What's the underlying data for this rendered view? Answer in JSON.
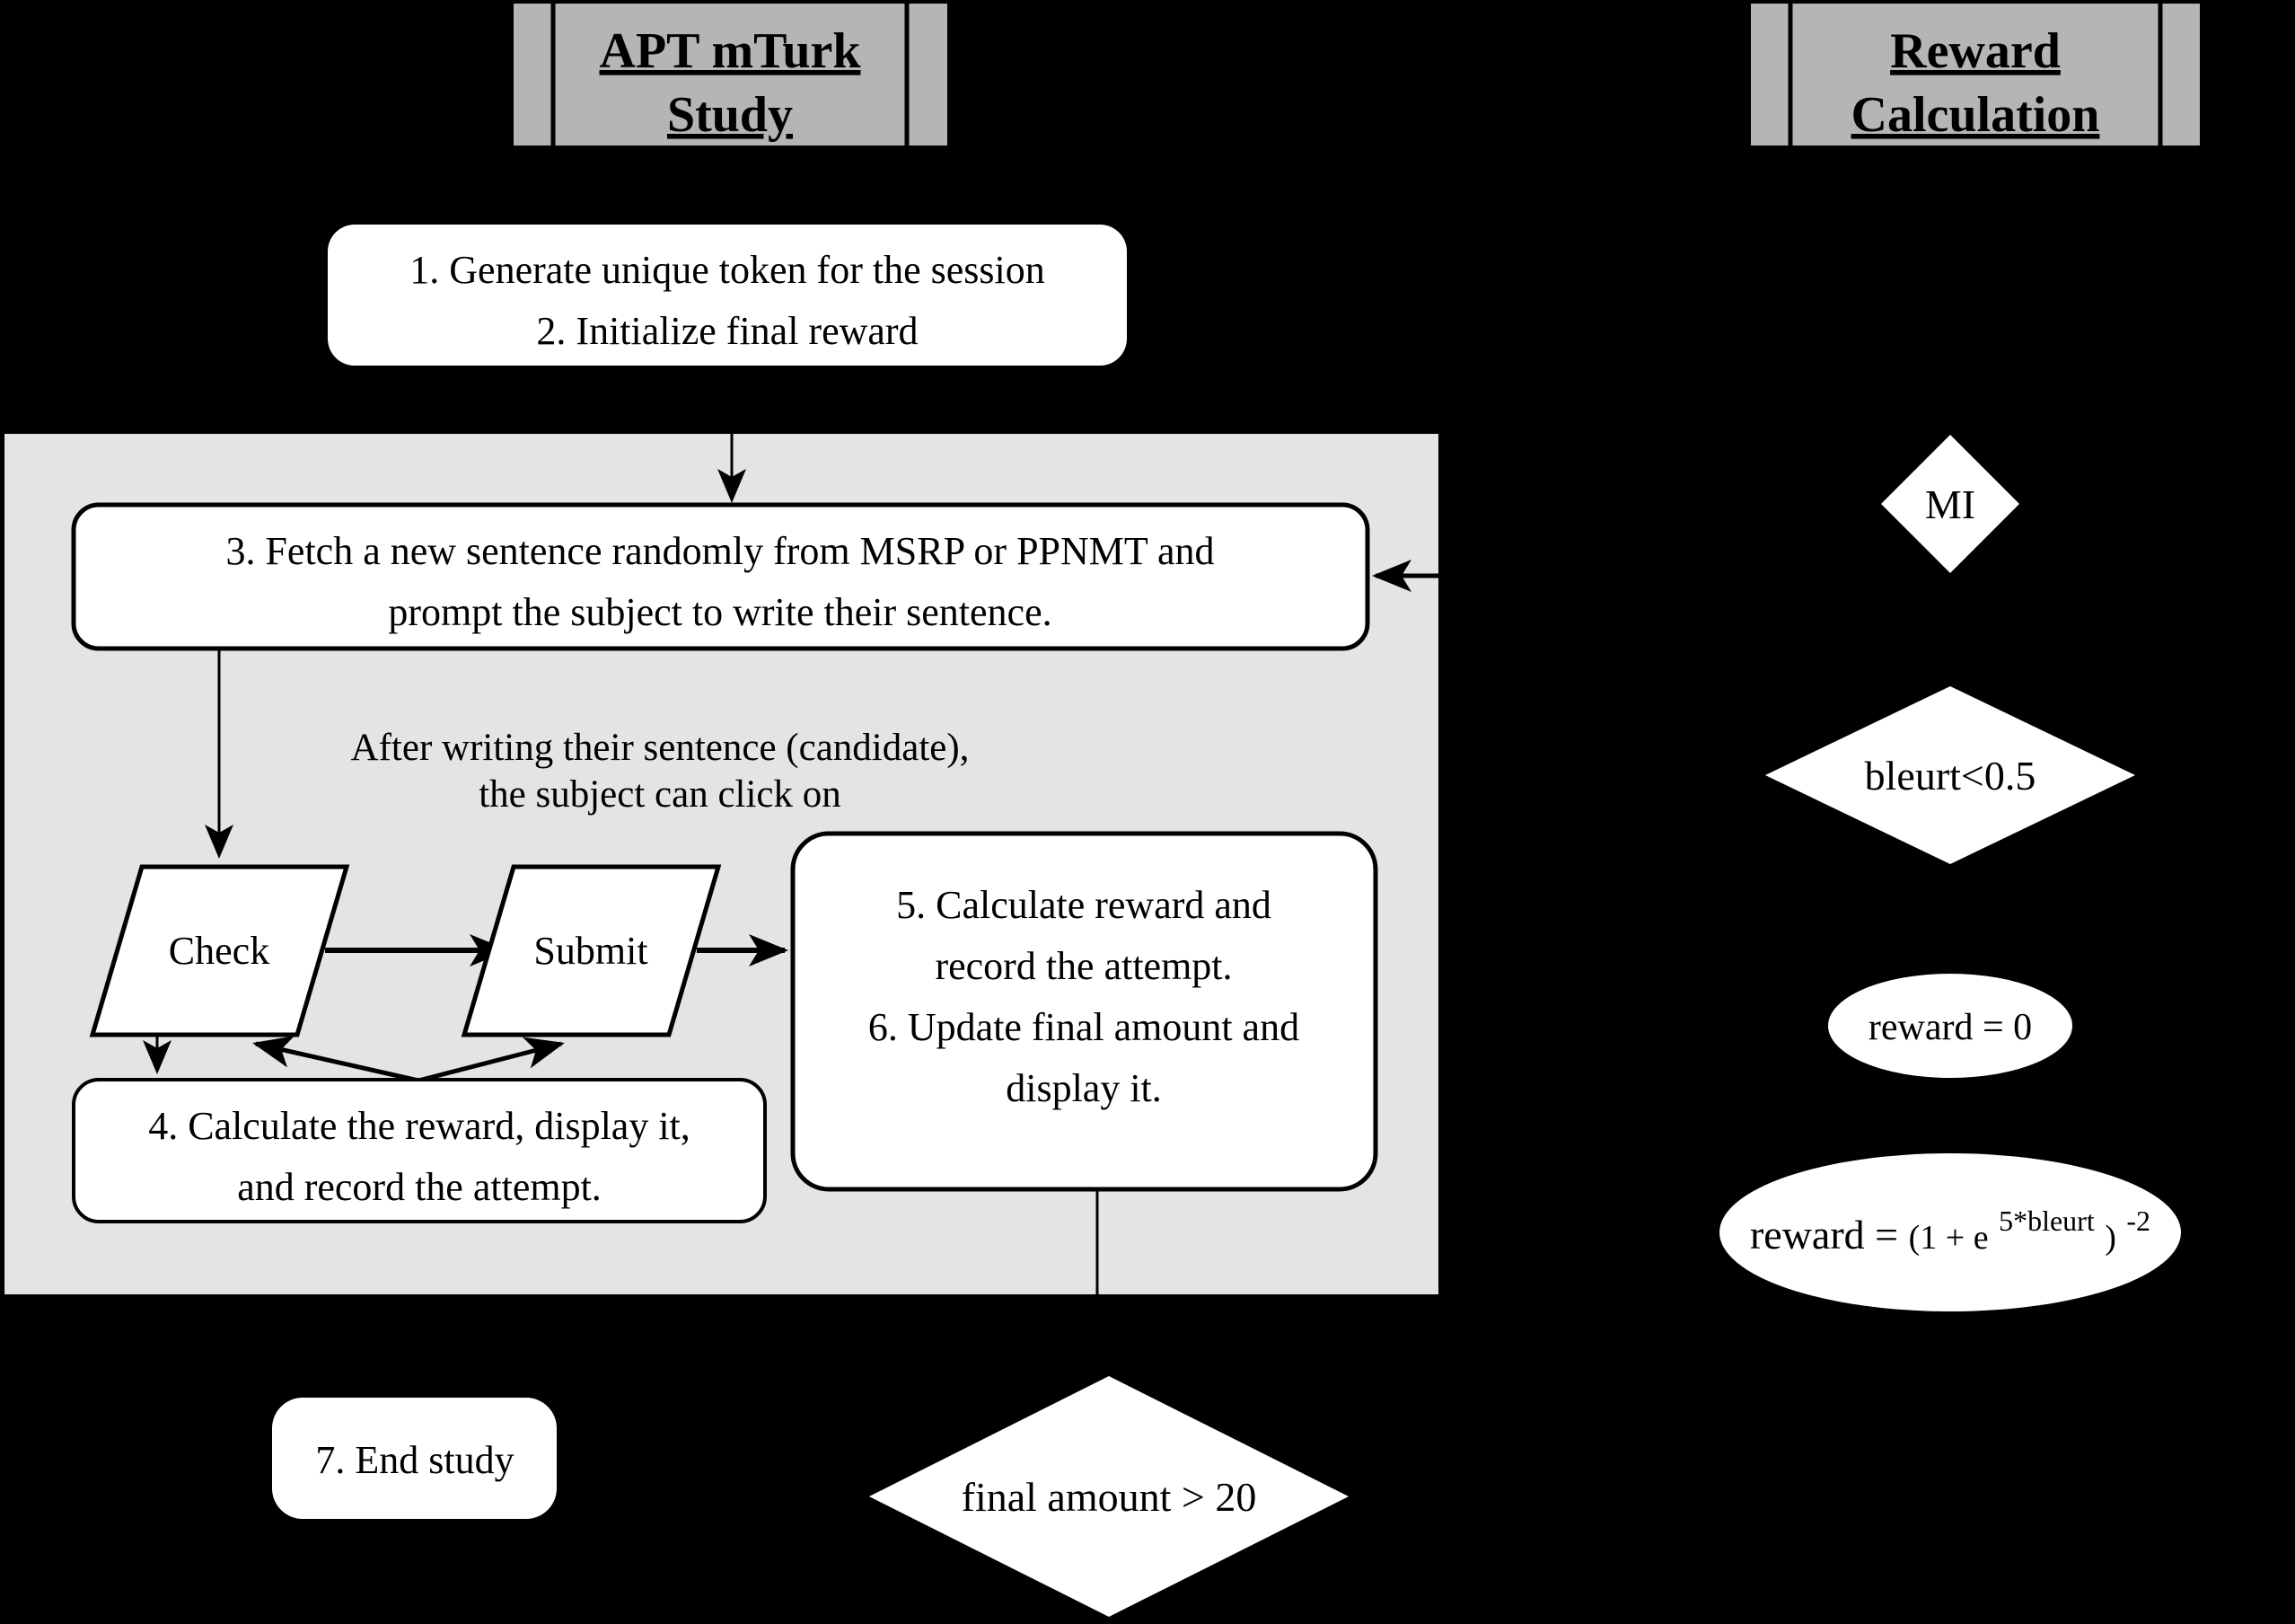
{
  "colors": {
    "background": "#000000",
    "panel": "#e4e4e4",
    "header_fill": "#b5b5b5",
    "shape_fill": "#ffffff",
    "line": "#000000"
  },
  "headers": {
    "study": {
      "line1": "APT mTurk",
      "line2": "Study"
    },
    "reward": {
      "line1": "Reward",
      "line2": "Calculation"
    }
  },
  "flow": {
    "init": {
      "line1": "1. Generate unique token for the session",
      "line2": "2. Initialize final reward"
    },
    "fetch": {
      "line1": "3. Fetch a new sentence randomly from MSRP or PPNMT and",
      "line2": "prompt the subject to write their sentence."
    },
    "note": {
      "line1": "After writing their sentence (candidate),",
      "line2": "the subject can click on"
    },
    "check": "Check",
    "submit": "Submit",
    "reward_display": {
      "line1": "4. Calculate the reward, display it,",
      "line2": "and record the attempt."
    },
    "reward_record": {
      "line1": "5. Calculate reward and",
      "line2": "record the attempt.",
      "line3": "6. Update final amount and",
      "line4": "display it."
    },
    "end": "7. End study",
    "final_check": "final amount > 20"
  },
  "reward_calc": {
    "mi": "MI",
    "bleurt_check": "bleurt<0.5",
    "reward_zero": "reward = 0",
    "formula": {
      "lead": "reward = ",
      "open": "(1 + e",
      "sup": "5*bleurt",
      "close": ")",
      "exp": "-2"
    }
  }
}
